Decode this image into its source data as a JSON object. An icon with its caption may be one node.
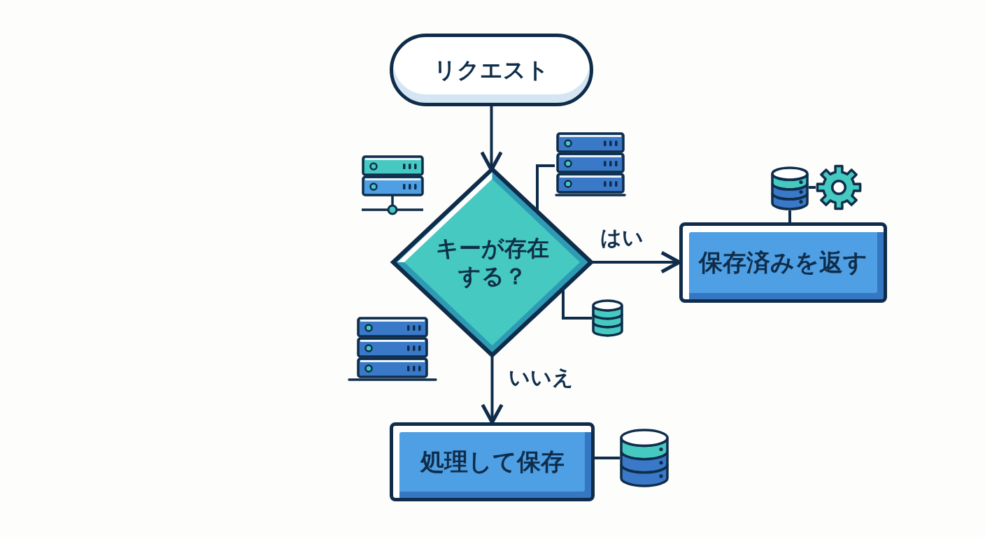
{
  "diagram": {
    "nodes": [
      {
        "text": [
          "リクエスト"
        ]
      },
      {
        "text": [
          "キーが存在する？"
        ]
      },
      {
        "text": [
          "保存済みを返す"
        ]
      },
      {
        "text": [
          "処理して保存"
        ]
      },
      {
        "text": [],
        "shape": "server"
      },
      {
        "text": [],
        "shape": "cylinder"
      },
      {
        "text": [],
        "shape": "cylinder"
      },
      {
        "text": [],
        "shape": "gear"
      },
      {
        "text": [],
        "shape": "cylinder"
      }
    ],
    "edges": [
      {
        "from": 0,
        "to": 1,
        "arrow": "to"
      },
      {
        "from": 1,
        "to": 2,
        "arrow": "to",
        "label": "はい"
      },
      {
        "from": 1,
        "to": 3,
        "arrow": "to",
        "label": "いいえ"
      },
      {
        "from": 4,
        "to": 1,
        "arrow": "none"
      },
      {
        "from": 5,
        "to": 1,
        "arrow": "none"
      },
      {
        "from": 6,
        "to": 2,
        "arrow": "none"
      },
      {
        "from": 7,
        "to": 6,
        "arrow": "none"
      },
      {
        "from": 8,
        "to": 3,
        "arrow": "none"
      }
    ]
  }
}
